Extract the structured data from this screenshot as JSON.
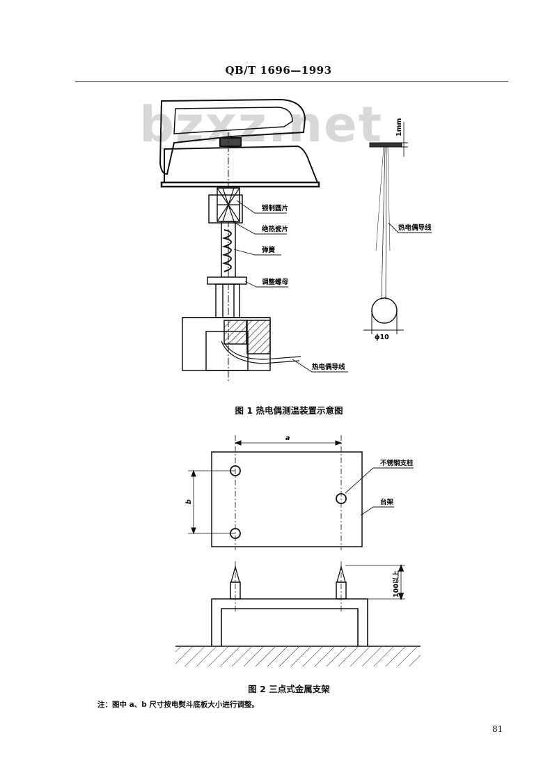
{
  "header": {
    "standard_code": "QB/T 1696—1993"
  },
  "watermark": {
    "text": "bzxz.net"
  },
  "figure1": {
    "caption": "图 1   热电偶测温装置示意图",
    "labels": {
      "silver_disc": "银制圆片",
      "insulating_ceramic": "绝热瓷片",
      "spring": "弹簧",
      "adjusting_nut": "调整螺母",
      "thermocouple_wire_bottom": "热电偶导线",
      "thermocouple_wire_right": "热电偶导线",
      "dim_thickness": "1mm",
      "dim_diameter": "ϕ10"
    }
  },
  "figure2": {
    "caption": "图 2   三点式金属支架",
    "labels": {
      "dim_a": "a",
      "dim_b": "b",
      "stainless_pillar": "不锈钢支柱",
      "stand": "台架",
      "dim_height": "100以上"
    }
  },
  "note": "注：图中 a、b 尺寸按电熨斗底板大小进行调整。",
  "page_number": "81"
}
